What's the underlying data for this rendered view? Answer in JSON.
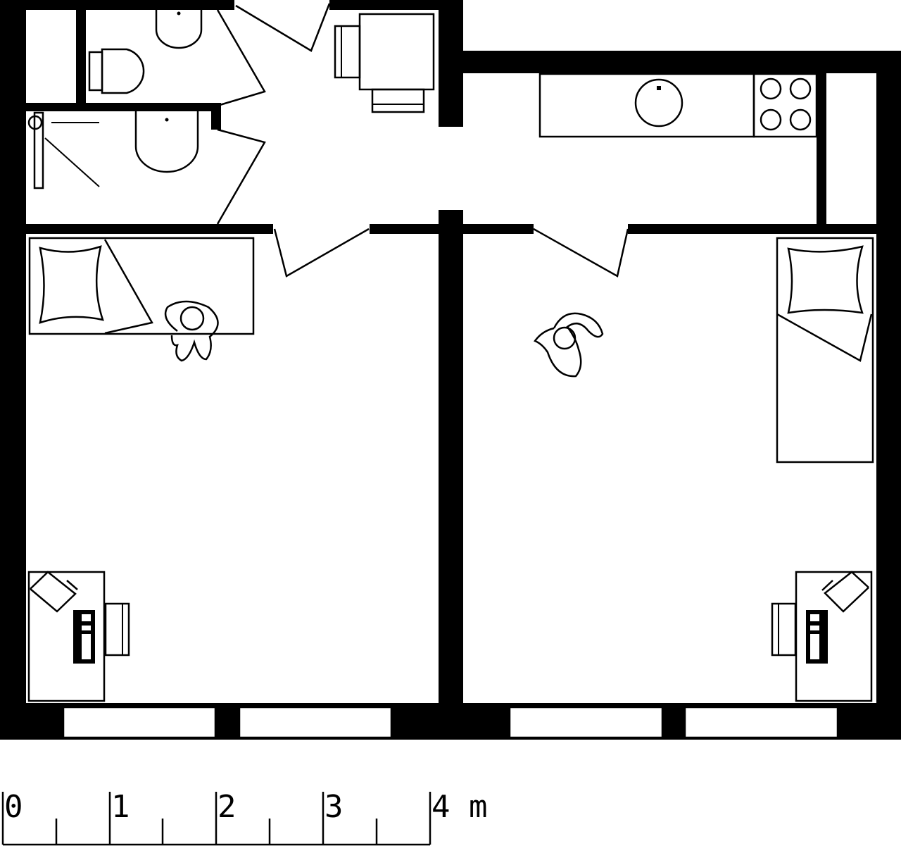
{
  "scale_bar": {
    "labels": [
      "0",
      "1",
      "2",
      "3",
      "4 m"
    ]
  }
}
